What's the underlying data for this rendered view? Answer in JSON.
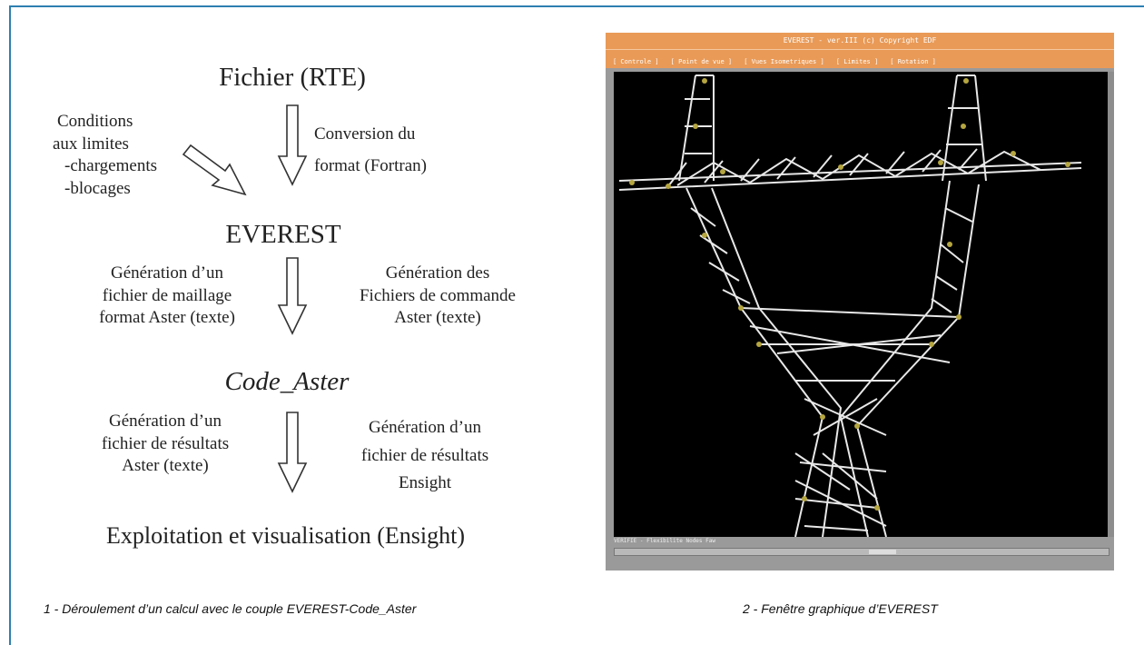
{
  "left_flow": {
    "fichier": "Fichier (RTE)",
    "conversion": [
      "Conversion du",
      "format (Fortran)"
    ],
    "conditions": [
      "Conditions",
      "aux limites",
      "-chargements",
      "-blocages"
    ],
    "everest": "EVEREST",
    "gen_maillage": [
      "Génération d’un",
      "fichier de maillage",
      "format Aster (texte)"
    ],
    "gen_commande": [
      "Génération des",
      "Fichiers de commande",
      "Aster (texte)"
    ],
    "code_aster": "Code_Aster",
    "gen_resultats_aster": [
      "Génération d’un",
      "fichier de résultats",
      "Aster (texte)"
    ],
    "gen_resultats_ensight": [
      "Génération d’un",
      "fichier de résultats",
      "Ensight"
    ],
    "exploitation": "Exploitation et visualisation (Ensight)"
  },
  "captions": {
    "left": "1 - Déroulement d’un calcul avec le couple EVEREST-Code_Aster",
    "right": "2 - Fenêtre graphique d’EVEREST"
  },
  "window": {
    "title": "EVEREST - ver.III   (c) Copyright EDF",
    "menu": [
      "[ Controle ]",
      "[ Point de vue ]",
      "[ Vues Isometriques ]",
      "[ Limites ]",
      "[ Rotation ]"
    ],
    "status": "VERIFIE - Flexibilite  Nodes  Faw",
    "colors": {
      "titlebar": "#e99a57",
      "canvas": "#000000",
      "wire": "#e8e8e8",
      "node": "#b5a640"
    }
  }
}
